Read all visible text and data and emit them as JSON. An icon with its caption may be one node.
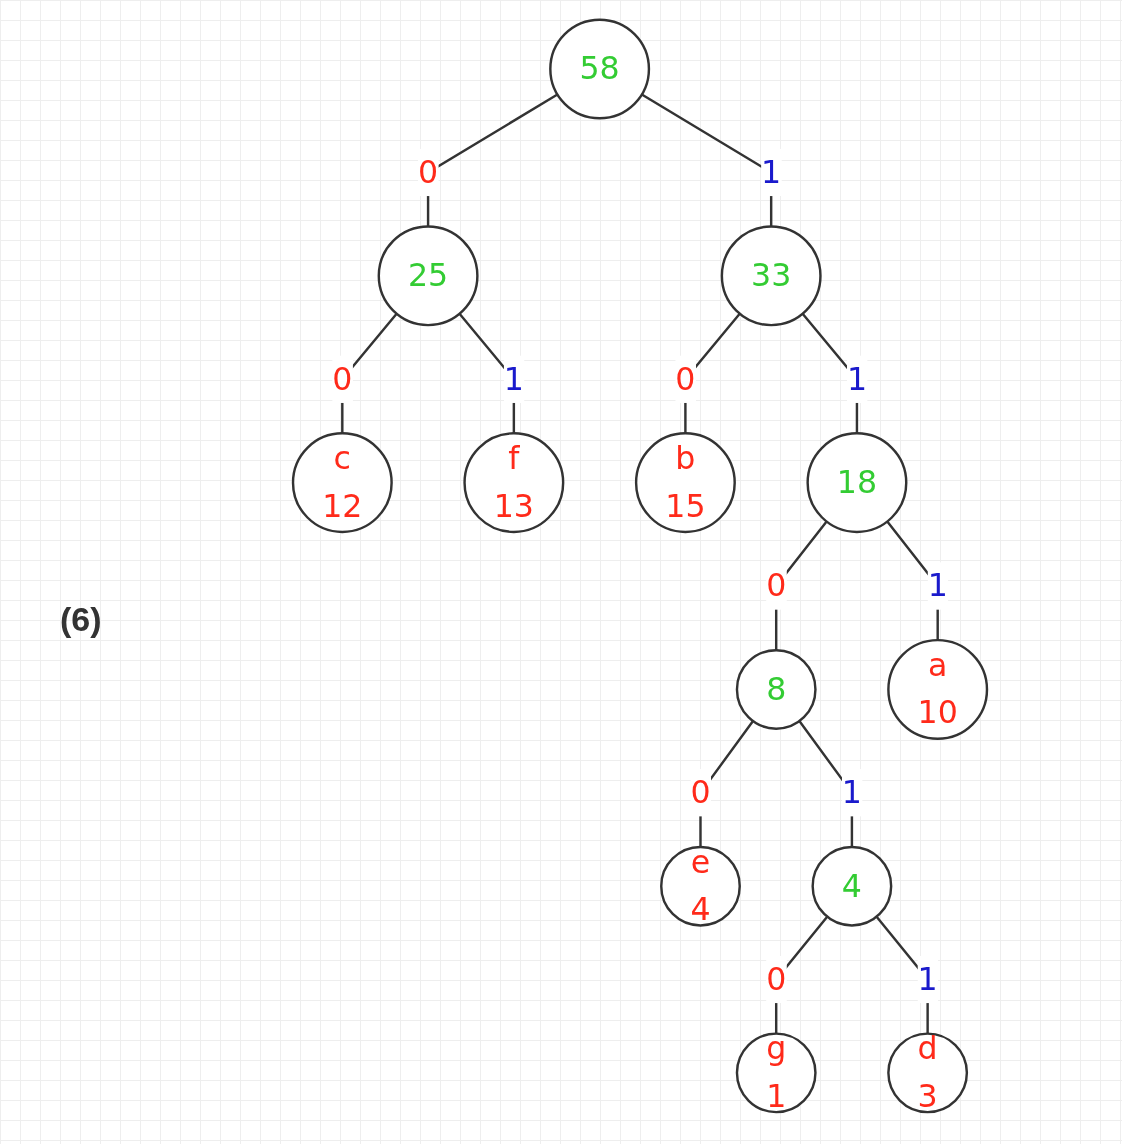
{
  "diagram": {
    "nodes": [
      {
        "text": [
          "58"
        ]
      },
      {
        "text": [
          "25"
        ]
      },
      {
        "text": [
          "33"
        ]
      },
      {
        "text": [
          "c",
          "12"
        ]
      },
      {
        "text": [
          "f",
          "13"
        ]
      },
      {
        "text": [
          "b",
          "15"
        ]
      },
      {
        "text": [
          "18"
        ]
      },
      {
        "text": [
          "8"
        ]
      },
      {
        "text": [
          "a",
          "10"
        ]
      },
      {
        "text": [
          "e",
          "4"
        ]
      },
      {
        "text": [
          "4"
        ]
      },
      {
        "text": [
          "g",
          "1"
        ]
      },
      {
        "text": [
          "d",
          "3"
        ]
      }
    ],
    "edges": [
      {
        "from": 0,
        "to": 1,
        "arrow": "none",
        "label": "0"
      },
      {
        "from": 0,
        "to": 2,
        "arrow": "none",
        "label": "1"
      },
      {
        "from": 1,
        "to": 3,
        "arrow": "none",
        "label": "0"
      },
      {
        "from": 1,
        "to": 4,
        "arrow": "none",
        "label": "1"
      },
      {
        "from": 2,
        "to": 5,
        "arrow": "none",
        "label": "0"
      },
      {
        "from": 2,
        "to": 6,
        "arrow": "none",
        "label": "1"
      },
      {
        "from": 6,
        "to": 7,
        "arrow": "none",
        "label": "0"
      },
      {
        "from": 6,
        "to": 8,
        "arrow": "none",
        "label": "1"
      },
      {
        "from": 7,
        "to": 9,
        "arrow": "none",
        "label": "0"
      },
      {
        "from": 7,
        "to": 10,
        "arrow": "none",
        "label": "1"
      },
      {
        "from": 10,
        "to": 11,
        "arrow": "none",
        "label": "0"
      },
      {
        "from": 10,
        "to": 12,
        "arrow": "none",
        "label": "1"
      }
    ],
    "labels": [
      "(6)"
    ]
  }
}
